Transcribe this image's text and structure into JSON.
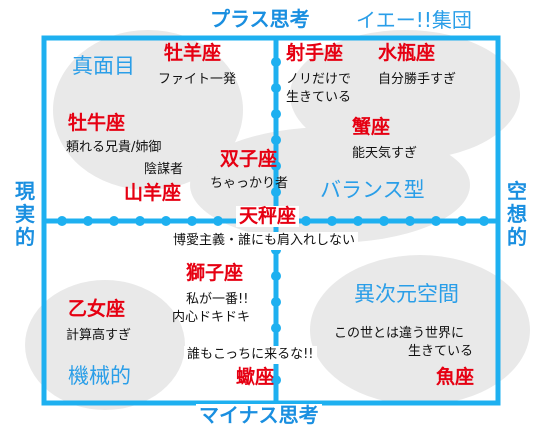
{
  "colors": {
    "axis_line": "#1eb0f0",
    "axis_text": "#1a8fe0",
    "quadrant_text": "#2a9ee8",
    "sign_text": "#e60012",
    "blob": "#e9e9e9"
  },
  "axes": {
    "top": "プラス思考",
    "bottom": "マイナス思考",
    "left": "現実的",
    "right": "空想的"
  },
  "quadrants": {
    "top_right": "イエー!!集団",
    "top_left": "真面目",
    "middle_right": "バランス型",
    "bottom_right": "異次元空間",
    "bottom_left": "機械的"
  },
  "signs": [
    {
      "id": "aries",
      "name": "牡羊座",
      "trait": [
        "ファイト一発"
      ]
    },
    {
      "id": "sagittarius",
      "name": "射手座",
      "trait": [
        "ノリだけで",
        "生きている"
      ]
    },
    {
      "id": "aquarius",
      "name": "水瓶座",
      "trait": [
        "自分勝手すぎ"
      ]
    },
    {
      "id": "taurus",
      "name": "牡牛座",
      "trait": [
        "頼れる兄貴/姉御"
      ]
    },
    {
      "id": "cancer",
      "name": "蟹座",
      "trait": [
        "能天気すぎ"
      ]
    },
    {
      "id": "gemini",
      "name": "双子座",
      "trait": [
        "ちゃっかり者"
      ]
    },
    {
      "id": "capricorn",
      "name": "山羊座",
      "trait": [
        "陰謀者"
      ]
    },
    {
      "id": "libra",
      "name": "天秤座",
      "trait": [
        "博愛主義・誰にも肩入れしない"
      ]
    },
    {
      "id": "leo",
      "name": "獅子座",
      "trait": [
        "私が一番!!",
        "内心ドキドキ"
      ]
    },
    {
      "id": "virgo",
      "name": "乙女座",
      "trait": [
        "計算高すぎ"
      ]
    },
    {
      "id": "scorpio",
      "name": "蠍座",
      "trait": [
        "誰もこっちに来るな!!"
      ]
    },
    {
      "id": "pisces",
      "name": "魚座",
      "trait": [
        "この世とは違う世界に",
        "生きている"
      ]
    }
  ]
}
